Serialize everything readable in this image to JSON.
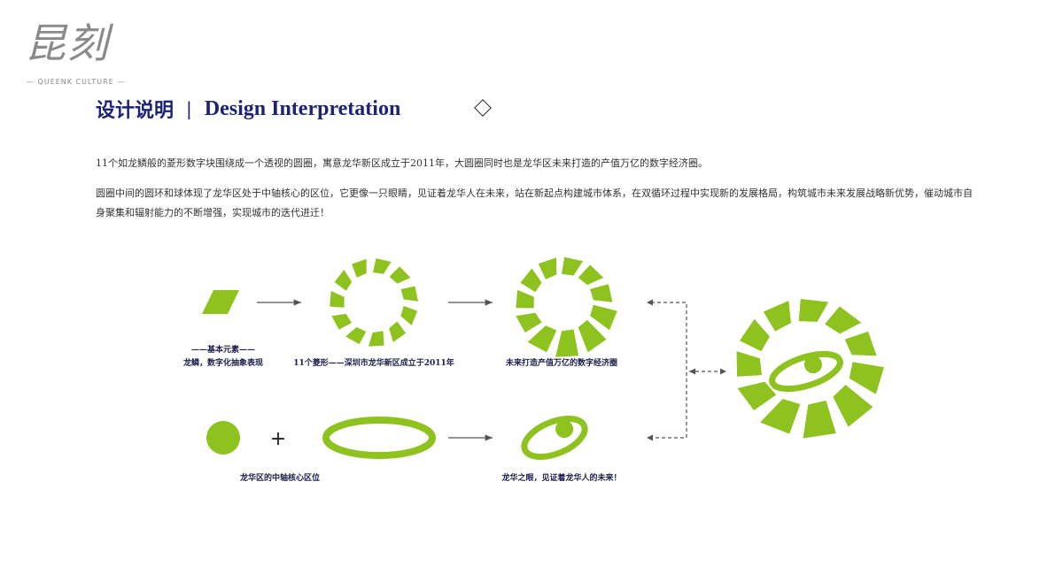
{
  "logo": {
    "mark": "昆刻",
    "subtitle": "— QUEENK CULTURE —"
  },
  "header": {
    "title_cn": "设计说明",
    "separator": "|",
    "title_en": "Design Interpretation"
  },
  "paragraphs": [
    "11个如龙鳞般的菱形数字块围绕成一个透视的圆圈，寓意龙华新区成立于2011年，大圆圈同时也是龙华区未来打造的产值万亿的数字经济圈。",
    "圆圈中间的圆环和球体现了龙华区处于中轴核心的区位，它更像一只眼睛，见证着龙华人在未来，站在新起点构建城市体系，在双循环过程中实现新的发展格局，构筑城市未来发展战略新优势，催动城市自身聚集和辐射能力的不断增强，实现城市的迭代进迁！"
  ],
  "diagram": {
    "captions": {
      "basic_title": "——基本元素——",
      "basic_desc": "龙鳞，数字化抽象表现",
      "ring": "11个菱形——深圳市龙华新区成立于2011年",
      "economy": "未来打造产值万亿的数字经济圈",
      "axis": "龙华区的中轴核心区位",
      "eye": "龙华之眼，见证着龙华人的未来！"
    },
    "plus_sign": "+",
    "colors": {
      "green": "#8dc21f",
      "arrow": "#555555",
      "text": "#1a1f4d",
      "title": "#1c2376"
    }
  }
}
